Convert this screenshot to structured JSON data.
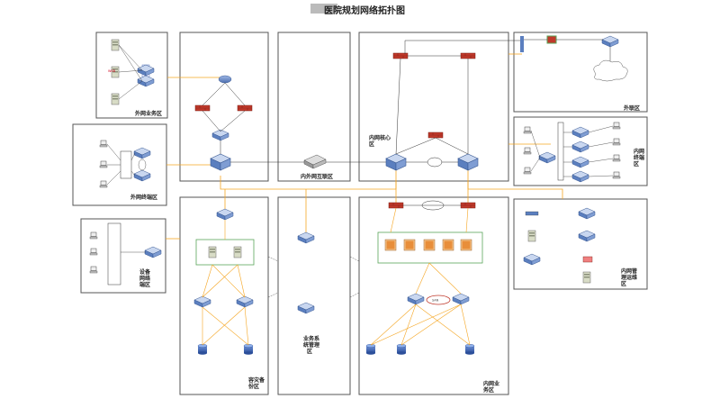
{
  "title": "医院规划网络拓扑图",
  "zones": {
    "external_business": "外网业务区",
    "external_terminal": "外网终端区",
    "device_network_terminal": "设备\n网络\n端区",
    "external_interconnect": "内外网互联区",
    "internal_core": "内网核心\n区",
    "external_link": "外联区",
    "internal_terminal": "内网\n终端\n区",
    "internal_mgmt": "内网管\n理运维\n区",
    "disaster_recovery": "容灾备\n份区",
    "business_mgmt": "业务系\n统管理\n区",
    "internal_business": "内网业\n务区"
  },
  "colors": {
    "zone_border": "#555555",
    "firewall": "#c0392b",
    "link_orange": "#f5a623",
    "link_green": "#5aa55a",
    "switch_blue": "#5b7fbf"
  }
}
